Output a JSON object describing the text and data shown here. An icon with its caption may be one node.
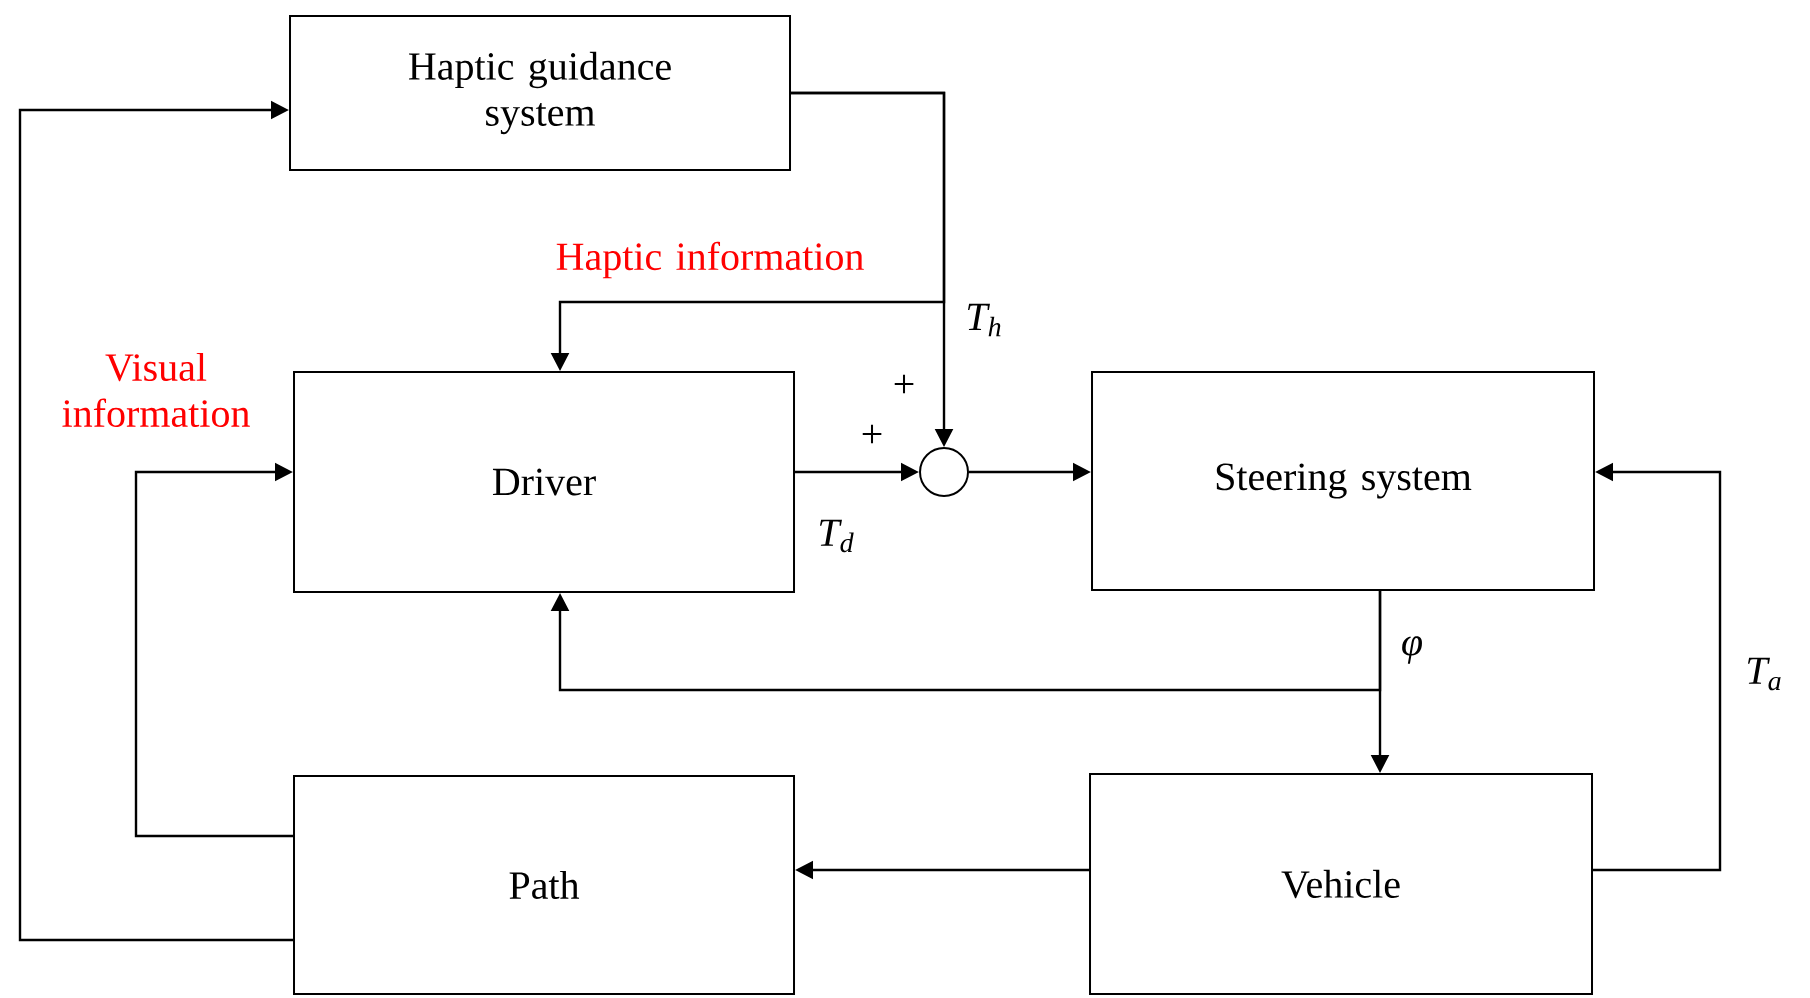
{
  "diagram": {
    "nodes": [
      {
        "text": [
          "Haptic guidance system"
        ]
      },
      {
        "text": [
          "Driver"
        ]
      },
      {
        "text": [],
        "shape": "circle"
      },
      {
        "text": [
          "Steering system"
        ]
      },
      {
        "text": [
          "Path"
        ]
      },
      {
        "text": [
          "Vehicle"
        ]
      }
    ],
    "edges": [
      {
        "from": 0,
        "to": 2,
        "arrow": "to",
        "label": "T$_{h}$"
      },
      {
        "from": 0,
        "to": 1,
        "arrow": "to",
        "label": "Haptic information"
      },
      {
        "from": 1,
        "to": 2,
        "arrow": "to",
        "label": "T$_{d}$"
      },
      {
        "from": 2,
        "to": 3,
        "arrow": "to"
      },
      {
        "from": 3,
        "to": 5,
        "arrow": "to",
        "label": "φ"
      },
      {
        "from": 3,
        "to": 1,
        "arrow": "to"
      },
      {
        "from": 5,
        "to": 3,
        "arrow": "to",
        "label": "T$_{a}$"
      },
      {
        "from": 5,
        "to": 4,
        "arrow": "to"
      },
      {
        "from": 4,
        "to": 1,
        "arrow": "to",
        "label": "Visual information"
      },
      {
        "from": 4,
        "to": 0,
        "arrow": "to"
      }
    ],
    "labels": [
      "+",
      "+"
    ]
  }
}
